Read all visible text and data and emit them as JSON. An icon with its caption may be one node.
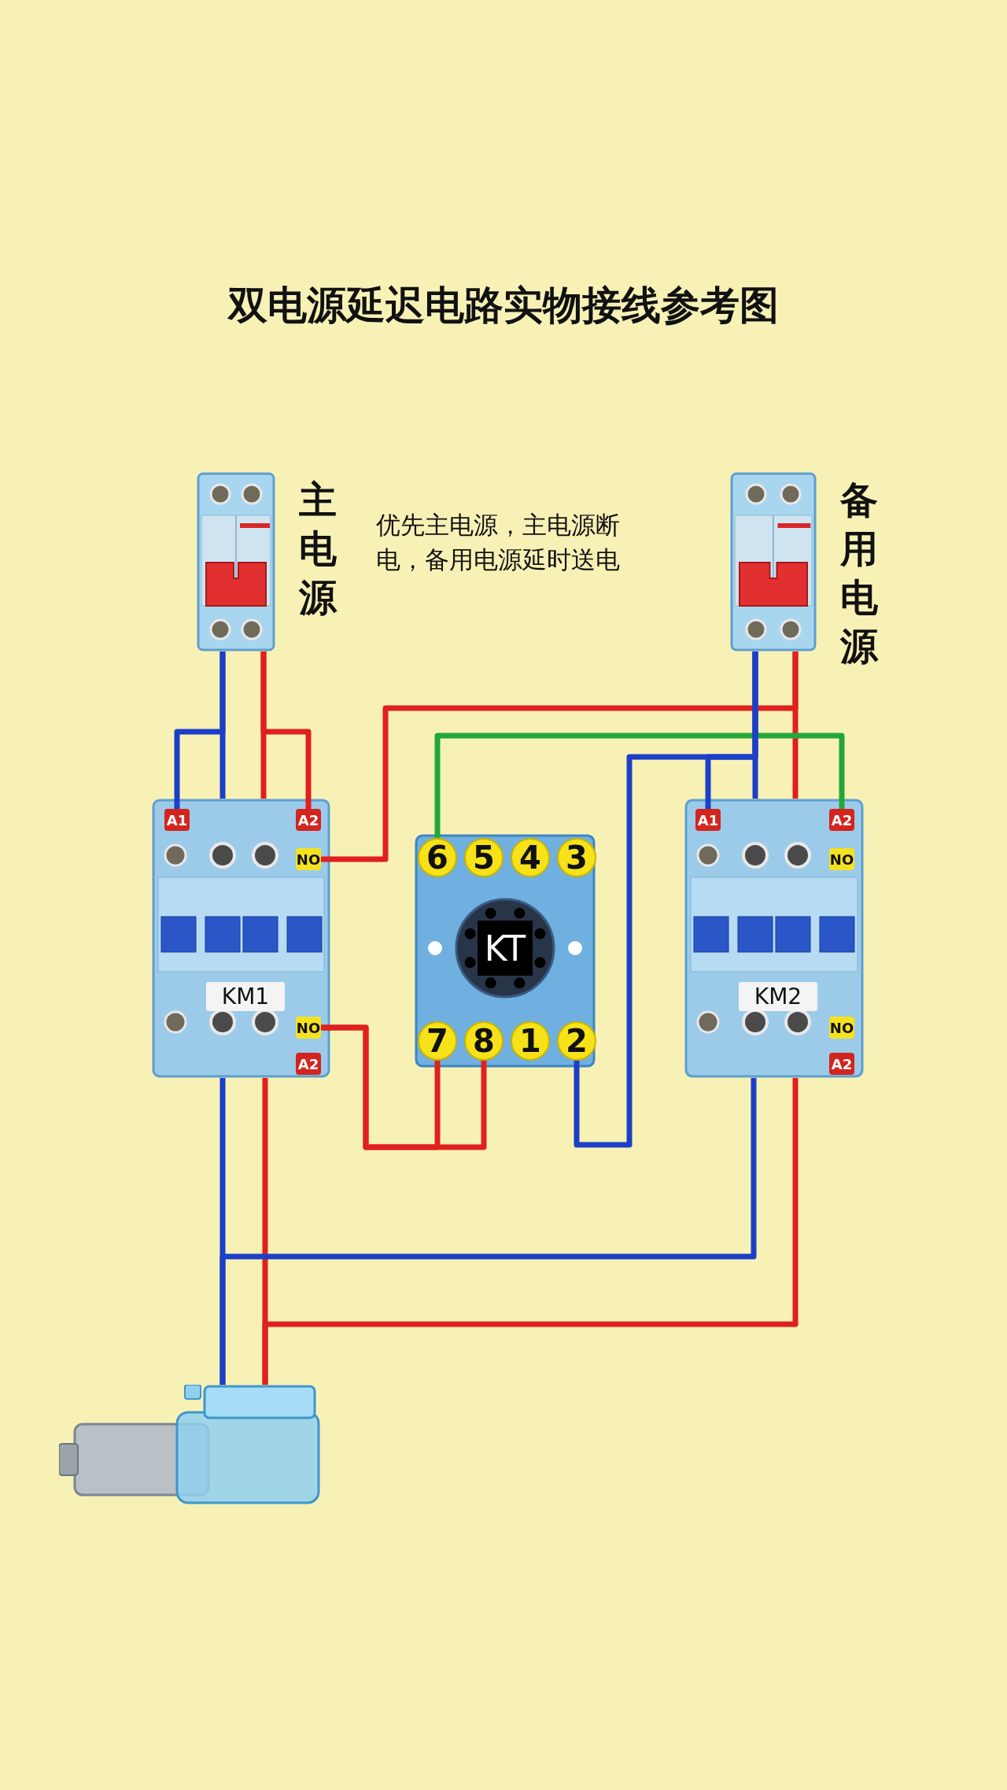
{
  "diagram": {
    "title": "双电源延迟电路实物接线参考图",
    "nodes": [
      {
        "text": [],
        "shape": "picture",
        "beside": [
          "主电源"
        ]
      },
      {
        "text": [],
        "shape": "picture",
        "beside": [
          "备用电源"
        ]
      },
      {
        "text": [
          "KM1"
        ]
      },
      {
        "text": [
          "A1"
        ],
        "in": 2
      },
      {
        "text": [
          "A2"
        ],
        "in": 2
      },
      {
        "text": [
          "NO"
        ],
        "in": 2
      },
      {
        "text": [
          "NO"
        ],
        "in": 2
      },
      {
        "text": [
          "A2"
        ],
        "in": 2
      },
      {
        "text": [
          "KT"
        ]
      },
      {
        "text": [
          "6"
        ],
        "in": 8
      },
      {
        "text": [
          "5"
        ],
        "in": 8
      },
      {
        "text": [
          "4"
        ],
        "in": 8
      },
      {
        "text": [
          "3"
        ],
        "in": 8
      },
      {
        "text": [
          "7"
        ],
        "in": 8
      },
      {
        "text": [
          "8"
        ],
        "in": 8
      },
      {
        "text": [
          "1"
        ],
        "in": 8
      },
      {
        "text": [
          "2"
        ],
        "in": 8
      },
      {
        "text": [
          "KM2"
        ]
      },
      {
        "text": [
          "A1"
        ],
        "in": 17
      },
      {
        "text": [
          "A2"
        ],
        "in": 17
      },
      {
        "text": [
          "NO"
        ],
        "in": 17
      },
      {
        "text": [
          "NO"
        ],
        "in": 17
      },
      {
        "text": [
          "A2"
        ],
        "in": 17
      },
      {
        "text": [],
        "shape": "picture"
      }
    ],
    "edges": [
      {
        "from": 0,
        "to": 2,
        "arrow": "none",
        "color": "#1c3fc8"
      },
      {
        "from": 0,
        "to": 2,
        "arrow": "none",
        "color": "#e0201c"
      },
      {
        "from": 0,
        "to": 3,
        "arrow": "none",
        "color": "#1c3fc8"
      },
      {
        "from": 0,
        "to": 4,
        "arrow": "none",
        "color": "#e0201c"
      },
      {
        "from": 1,
        "to": 17,
        "arrow": "none",
        "color": "#1c3fc8"
      },
      {
        "from": 1,
        "to": 17,
        "arrow": "none",
        "color": "#e0201c"
      },
      {
        "from": 1,
        "to": 5,
        "arrow": "none",
        "color": "#e0201c"
      },
      {
        "from": 9,
        "to": 19,
        "arrow": "none",
        "color": "#22a838"
      },
      {
        "from": 1,
        "to": 16,
        "arrow": "none",
        "color": "#1c3fc8"
      },
      {
        "from": 1,
        "to": 18,
        "arrow": "none",
        "color": "#1c3fc8"
      },
      {
        "from": 6,
        "to": 13,
        "arrow": "none",
        "color": "#e0201c"
      },
      {
        "from": 6,
        "to": 14,
        "arrow": "none",
        "color": "#e0201c"
      },
      {
        "from": 2,
        "to": 23,
        "arrow": "none",
        "color": "#1c3fc8"
      },
      {
        "from": 2,
        "to": 23,
        "arrow": "none",
        "color": "#e0201c"
      },
      {
        "from": 17,
        "to": 23,
        "arrow": "none",
        "color": "#1c3fc8"
      },
      {
        "from": 17,
        "to": 23,
        "arrow": "none",
        "color": "#e0201c"
      }
    ],
    "labels": [
      "优先主电源，主电源断电，备用电源延时送电"
    ]
  }
}
